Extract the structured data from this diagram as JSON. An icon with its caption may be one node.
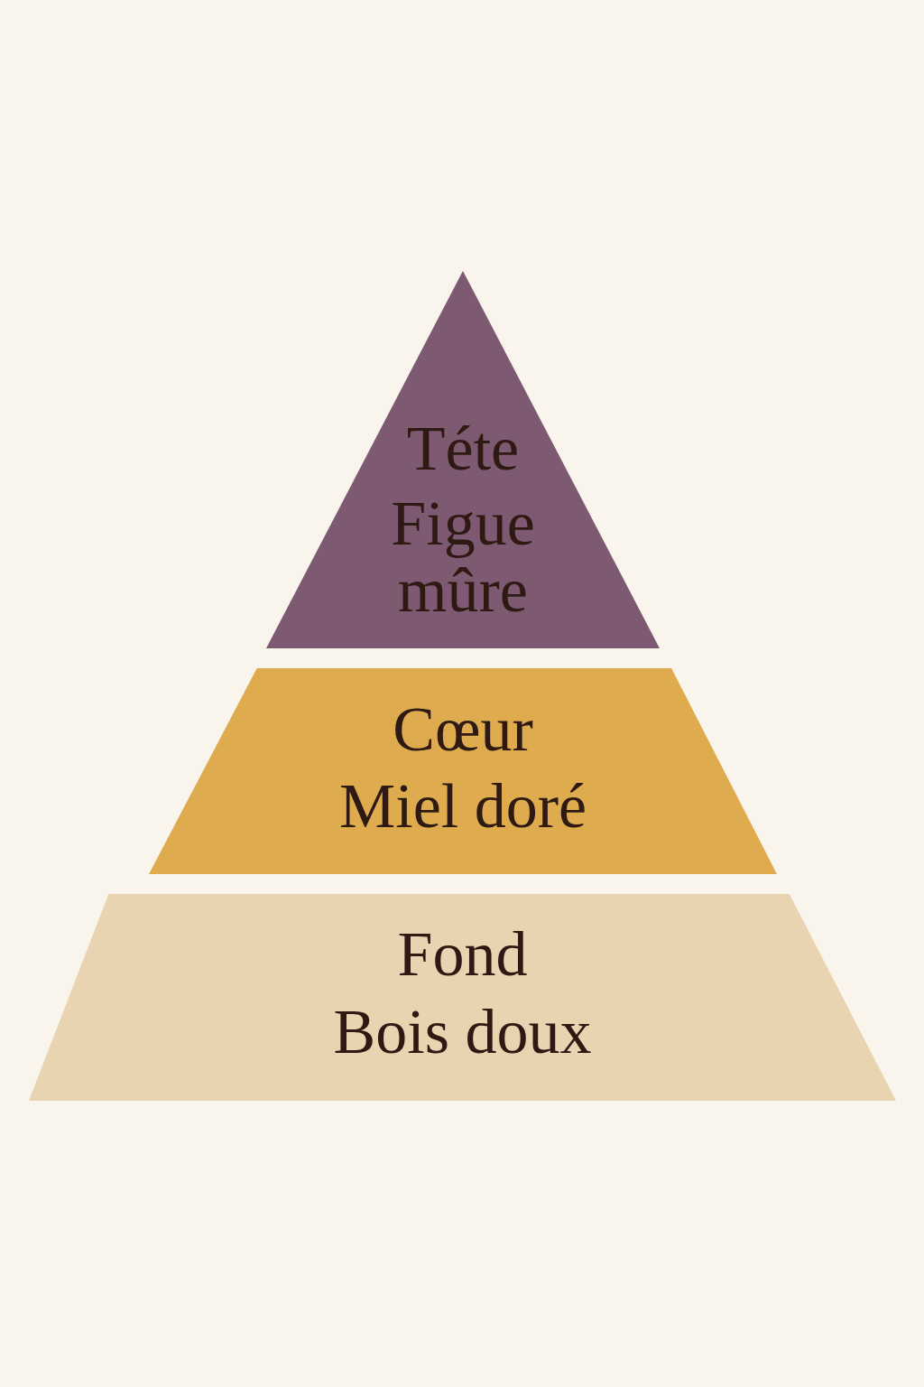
{
  "diagram": {
    "nodes": [
      {
        "text": [
          "Téte",
          "Figue mûre"
        ]
      },
      {
        "text": [
          "Cœur",
          "Miel doré"
        ]
      },
      {
        "text": [
          "Fond",
          "Bois doux"
        ]
      }
    ]
  }
}
